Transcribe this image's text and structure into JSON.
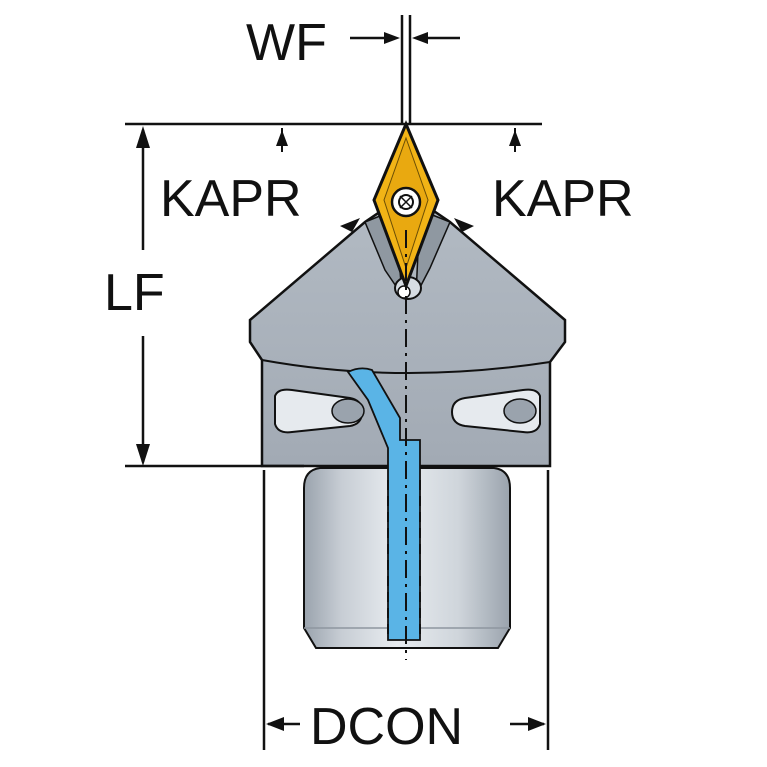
{
  "labels": {
    "wf": "WF",
    "kapr_left": "KAPR",
    "kapr_right": "KAPR",
    "lf": "LF",
    "dcon": "DCON"
  },
  "colors": {
    "body": "#a9b1ba",
    "body_shadow": "#8a929b",
    "shank_light": "#dfe4ea",
    "shank_mid": "#aeb6bf",
    "insert": "#f2b416",
    "coolant": "#5ab4e6",
    "line": "#111111"
  },
  "icons": {
    "insert_screw": "torx-screw-icon",
    "arrow": "arrow-head-icon"
  }
}
